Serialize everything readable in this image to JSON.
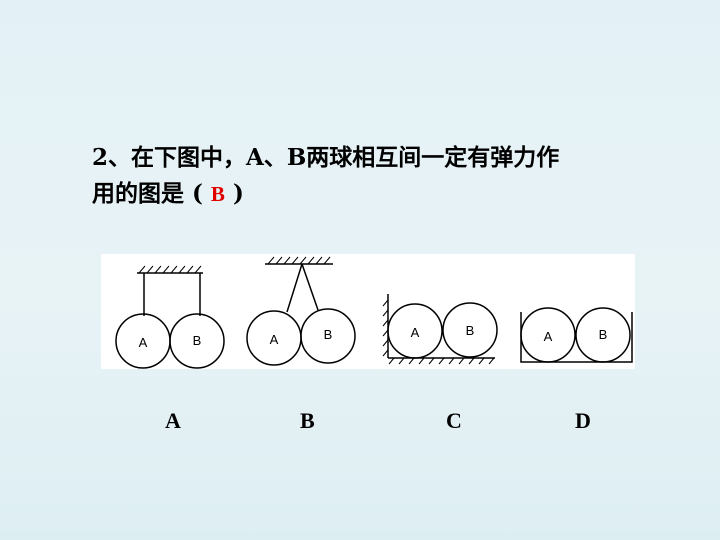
{
  "question": {
    "line1": "2、在下图中，A、B两球相互间一定有弹力作",
    "line2_prefix": "用的图是 (",
    "answer": "B",
    "line2_suffix": ")"
  },
  "figure": {
    "ball_a_label": "A",
    "ball_b_label": "B"
  },
  "options": [
    "A",
    "B",
    "C",
    "D"
  ]
}
